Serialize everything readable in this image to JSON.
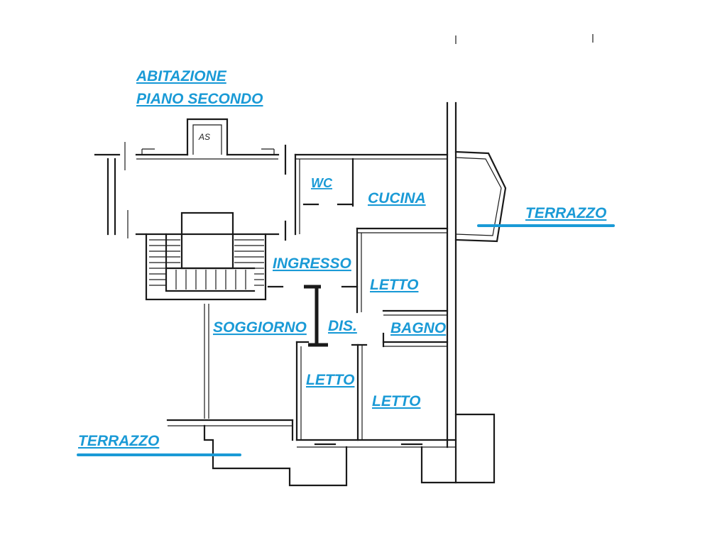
{
  "title": {
    "line1": "ABITAZIONE",
    "line2": "PIANO SECONDO"
  },
  "stair_label": "AS",
  "rooms": {
    "wc": "WC",
    "cucina": "CUCINA",
    "ingresso": "INGRESSO",
    "letto_a": "LETTO",
    "soggiorno": "SOGGIORNO",
    "dis": "DIS.",
    "bagno": "BAGNO",
    "letto_b": "LETTO",
    "letto_c": "LETTO"
  },
  "terraces": {
    "east": "TERRAZZO",
    "south_west": "TERRAZZO"
  },
  "colors": {
    "label": "#1a9ad6",
    "wall": "#1a1a1a",
    "background": "#ffffff"
  }
}
